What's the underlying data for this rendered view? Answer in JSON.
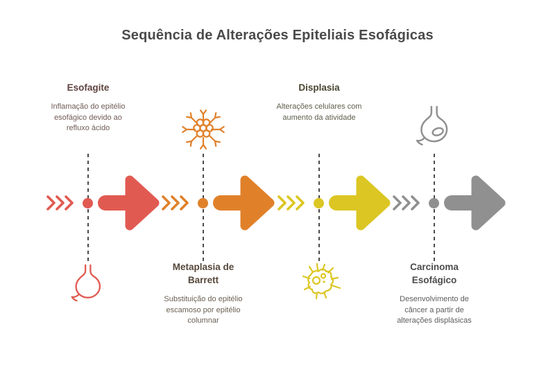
{
  "title": "Sequência de Alterações Epiteliais Esofágicas",
  "colors": {
    "background": "#ffffff",
    "title": "#4a4a4a",
    "dashed_line": "#4a4a4a"
  },
  "stages": [
    {
      "name": "Esofagite",
      "description": "Inflamação do epitélio esofágico devido ao refluxo ácido",
      "color": "#e15a52",
      "heading_color": "#5f4340",
      "text_color": "#6f5b55",
      "icon": "stomach-icon",
      "icon_position": "below",
      "label_position": "top"
    },
    {
      "name": "Metaplasia de Barrett",
      "description": "Substituição do epitélio escamoso por epitélio columnar",
      "color": "#e0812a",
      "heading_color": "#564739",
      "text_color": "#6b6054",
      "icon": "cell-cluster-icon",
      "icon_position": "above",
      "label_position": "bottom"
    },
    {
      "name": "Displasia",
      "description": "Alterações celulares com aumento da atividade",
      "color": "#dcc623",
      "heading_color": "#47442f",
      "text_color": "#5f5d4b",
      "icon": "cancer-cell-icon",
      "icon_position": "below",
      "label_position": "top"
    },
    {
      "name": "Carcinoma Esofágico",
      "description": "Desenvolvimento de câncer a partir de alterações displásicas",
      "color": "#909090",
      "heading_color": "#4b4b4b",
      "text_color": "#5c5c5c",
      "icon": "stomach-tumor-icon",
      "icon_position": "above",
      "label_position": "bottom"
    }
  ]
}
